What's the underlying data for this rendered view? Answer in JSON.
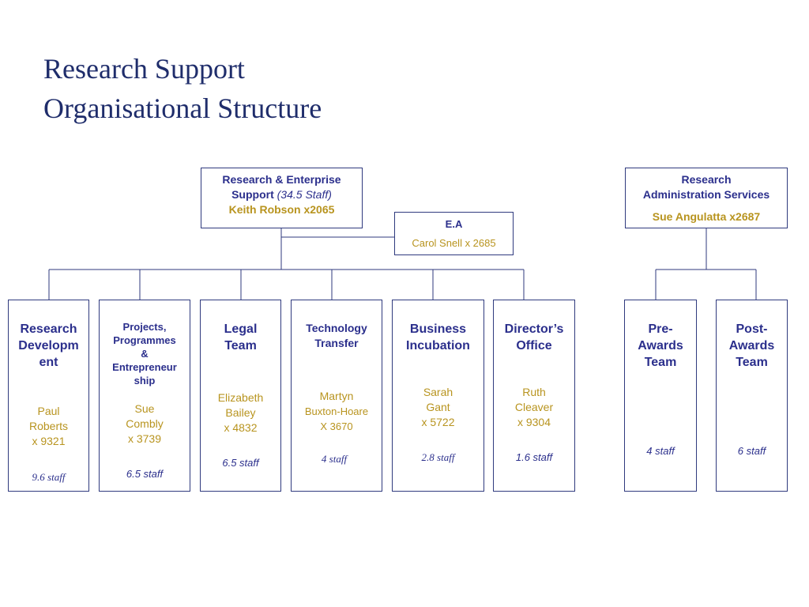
{
  "title": {
    "line1": "Research Support",
    "line2": "Organisational Structure"
  },
  "res": {
    "line1": "Research & Enterprise",
    "line2_bold": "Support",
    "line2_italic": "(34.5 Staff)",
    "contact": "Keith Robson x2065"
  },
  "ea": {
    "title": "E.A",
    "contact": "Carol Snell x 2685"
  },
  "ras": {
    "line1": "Research",
    "line2": "Administration Services",
    "contact": "Sue Angulatta x2687"
  },
  "rd": {
    "name": [
      "Research",
      "Developm",
      "ent"
    ],
    "contact": [
      "Paul",
      "Roberts",
      "x 9321"
    ],
    "staff": "9.6 staff"
  },
  "ppe": {
    "name": [
      "Projects,",
      "Programmes",
      "&",
      "Entrepreneur",
      "ship"
    ],
    "contact": [
      "Sue",
      "Combly",
      "x 3739"
    ],
    "staff": "6.5 staff"
  },
  "legal": {
    "name": [
      "Legal",
      "Team"
    ],
    "contact": [
      "Elizabeth",
      "Bailey",
      "x 4832"
    ],
    "staff": "6.5 staff"
  },
  "tech": {
    "name": [
      "Technology",
      "Transfer"
    ],
    "contact": [
      "Martyn",
      "Buxton-Hoare",
      "X 3670"
    ],
    "staff": "4 staff"
  },
  "bi": {
    "name": [
      "Business",
      "Incubation"
    ],
    "contact": [
      "Sarah",
      "Gant",
      "x 5722"
    ],
    "staff": "2.8 staff"
  },
  "dir": {
    "name": [
      "Director’s",
      "Office"
    ],
    "contact": [
      "Ruth",
      "Cleaver",
      "x 9304"
    ],
    "staff": "1.6 staff"
  },
  "pre": {
    "name": [
      "Pre-",
      "Awards",
      "Team"
    ],
    "staff": "4 staff"
  },
  "post": {
    "name": [
      "Post-",
      "Awards",
      "Team"
    ],
    "staff": "6 staff"
  }
}
